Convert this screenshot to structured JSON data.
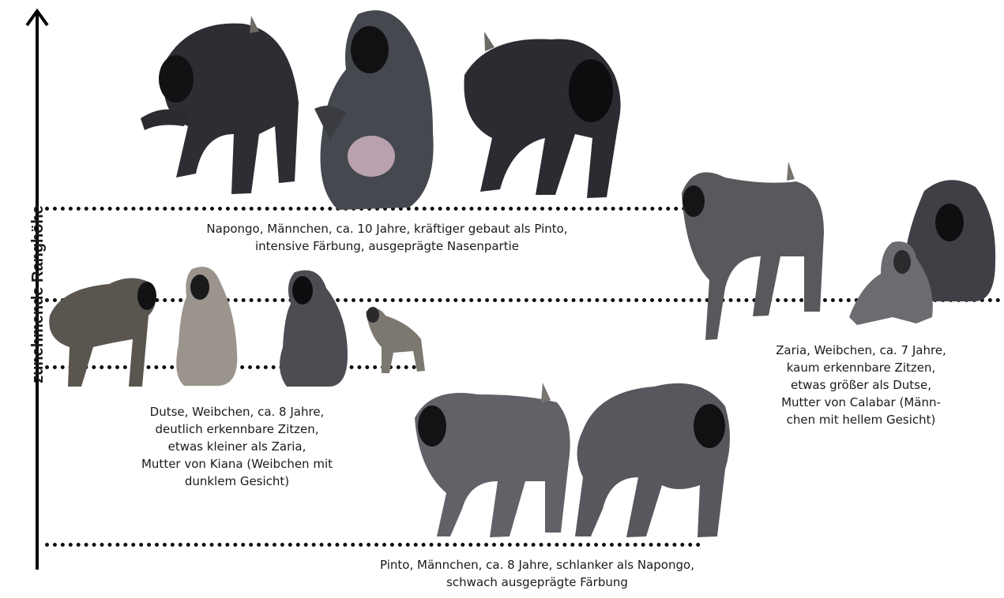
{
  "axis": {
    "label": "zunehmende Ranghöhe"
  },
  "captions": {
    "napongo": "Napongo, Männchen, ca. 10 Jahre, kräftiger gebaut als Pinto,\nintensive Färbung, ausgeprägte Nasenpartie",
    "dutse": "Dutse, Weibchen, ca. 8 Jahre,\ndeutlich erkennbare Zitzen,\netwas kleiner als Zaria,\nMutter von Kiana (Weibchen mit\ndunklem Gesicht)",
    "zaria": "Zaria, Weibchen, ca. 7 Jahre,\nkaum erkennbare Zitzen,\netwas größer als Dutse,\nMutter von Calabar (Männ-\nchen mit hellem Gesicht)",
    "pinto": "Pinto, Männchen, ca. 8 Jahre, schlanker als Napongo,\nschwach ausgeprägte Färbung"
  },
  "animals": {
    "napongo": [
      "drill-standing-icon",
      "drill-sitting-icon",
      "drill-walking-icon"
    ],
    "dutse": [
      "drill-standing-icon",
      "drill-sitting-icon",
      "drill-sitting-icon",
      "juvenile-drill-icon"
    ],
    "zaria": [
      "drill-walking-icon",
      "drill-crouching-icon",
      "juvenile-drill-icon"
    ],
    "pinto": [
      "drill-walking-icon",
      "drill-foraging-icon"
    ]
  },
  "colors": {
    "fur_dark": "#2c2e33",
    "fur_mid": "#55575c",
    "fur_light": "#8a857e",
    "face": "#0e0e10"
  }
}
